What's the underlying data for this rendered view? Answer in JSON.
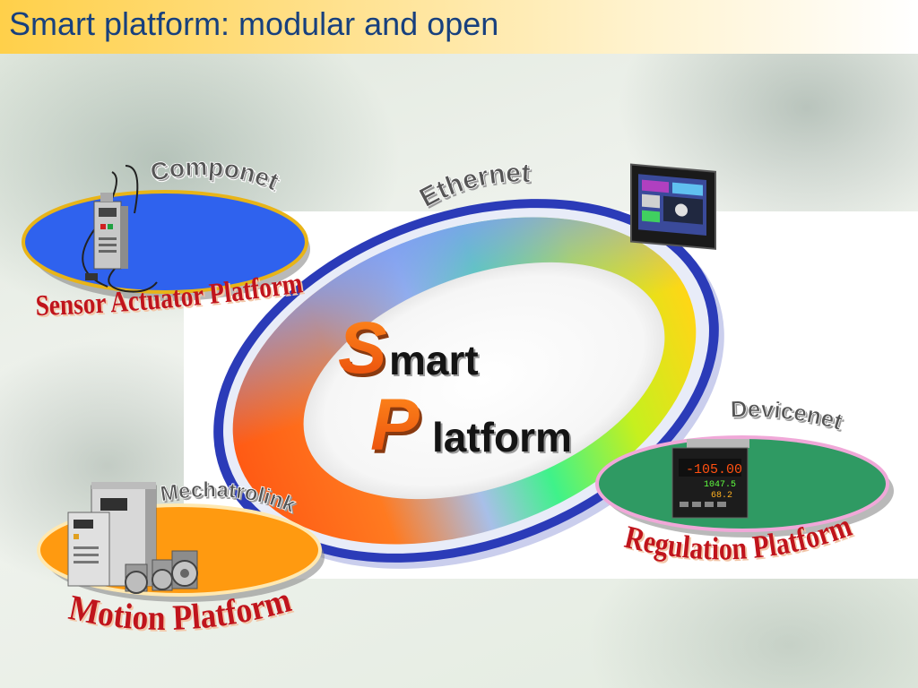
{
  "slide": {
    "title": "Smart platform: modular and open"
  },
  "center": {
    "s_letter": "S",
    "s_rest": "mart",
    "p_letter": "P",
    "p_rest": "latform"
  },
  "networks": {
    "ethernet": "Ethernet",
    "componet": "Componet",
    "devicenet": "Devicenet",
    "mechatrolink": "Mechatrolink"
  },
  "platforms": {
    "sensor_actuator": "Sensor Actuator Platform",
    "motion": "Motion Platform",
    "regulation": "Regulation Platform"
  },
  "devices": {
    "controller_display": [
      "-105.00",
      "1047.5",
      "68.2"
    ]
  },
  "colors": {
    "title_text": "#17407e",
    "ring_border": "#2b3bb8",
    "sensor_disc": "#2f62ee",
    "motion_disc": "#ff9a10",
    "regulation_disc": "#2f9a63",
    "platform_label": "#c0141c",
    "network_label": "#4a4a4a"
  }
}
